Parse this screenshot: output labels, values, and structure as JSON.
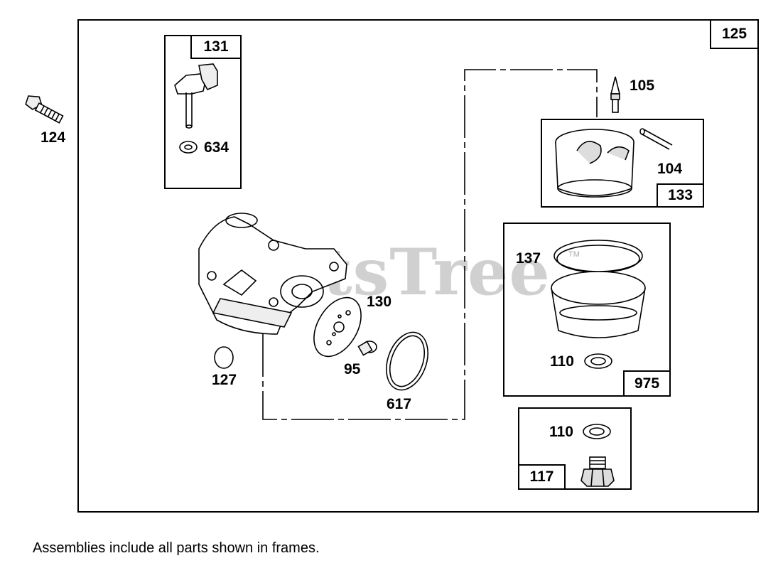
{
  "diagram": {
    "main_frame_label": "125",
    "frames": {
      "f131": "131",
      "f133": "133",
      "f975": "975",
      "f117": "117"
    },
    "parts": {
      "p124": "124",
      "p634": "634",
      "p105": "105",
      "p104": "104",
      "p137": "137",
      "p110a": "110",
      "p110b": "110",
      "p130": "130",
      "p95": "95",
      "p127": "127",
      "p617": "617"
    },
    "watermark": "PartsTree",
    "watermark_tm": "TM"
  },
  "footer_note": "Assemblies include all parts shown in frames."
}
